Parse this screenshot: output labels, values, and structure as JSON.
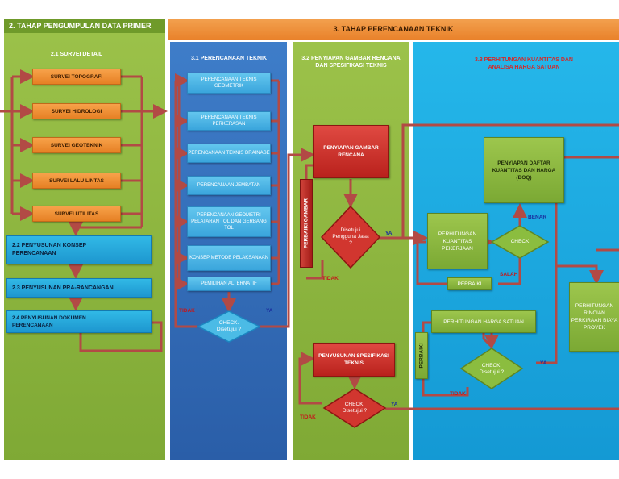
{
  "headers": {
    "section2": "2. TAHAP PENGUMPULAN DATA PRIMER",
    "section3": "3.  TAHAP PERENCANAAN TEKNIK"
  },
  "col_green": {
    "title": "2.1  SURVEI DETAIL",
    "surveys": [
      "SURVEI TOPOGRAFI",
      "SURVEI HIDROLOGI",
      "SURVEI GEOTEKNIK",
      "SURVEI LALU LINTAS",
      "SURVEI UTILITAS"
    ],
    "step_konsep": "2.2  PENYUSUNAN KONSEP PERENCANAAN",
    "step_pra": "2.3  PENYUSUNAN PRA-RANCANGAN",
    "step_dok": "2.4 PENYUSUNAN DOKUMEN PERENCANAAN"
  },
  "col_blue": {
    "title": "3.1  PERENCANAAN TEKNIK",
    "items": [
      "PERENCANAAN TEKNIS GEOMETRIK",
      "PERENCANAAN TEKNIS PERKERASAN",
      "PERENCANAAN TEKNIS DRAINASE",
      "PERENCANAAN JEMBATAN",
      "PERENCANAAN GEOMETRI PELATARAN TOL DAN GERBANG TOL",
      "KONSEP METODE PELAKSANAAN",
      "PEMILIHAN ALTERNATIF"
    ],
    "check": "CHECK. Disetujui ?",
    "tidak": "TIDAK",
    "ya": "YA"
  },
  "col_green2": {
    "title": "3.2  PENYIAPAN GAMBAR RENCANA DAN SPESIFIKASI TEKNIS",
    "gambar": "PENYIAPAN GAMBAR RENCANA",
    "perbaiki_gambar": "PERBAIKI GAMBAR",
    "disetujui": "Disetujui Pengguna Jasa ?",
    "ya": "YA",
    "tidak": "TIDAK",
    "spesifikasi": "PENYUSUNAN SPESIFIKASI TEKNIS",
    "check2": "CHECK. Disetujui ?",
    "tidak2": "TIDAK",
    "ya2": "YA"
  },
  "col_cyan": {
    "title": "3.3  PERHITUNGAN KUANTITAS DAN ANALISA HARGA SATUAN",
    "daftar": "PENYIAPAN DAFTAR KUANTITAS DAN HARGA (BOQ)",
    "benar": "BENAR",
    "perhitungan_kuantitas": "PERHITUNGAN KUANTITAS PEKERJAAN",
    "check": "CHECK",
    "salah": "SALAH",
    "perbaiki": "PERBAIKI",
    "harga_satuan": "PERHITUNGAN HARGA SATUAN",
    "perbaiki_v": "PERBAIKI",
    "check2": "CHECK. Disetujui ?",
    "ya": "YA",
    "tidak": "TIDAK",
    "rincian": "PERHITUNGAN RINCIAN PERKIRAAN BIAYA PROYEK"
  }
}
